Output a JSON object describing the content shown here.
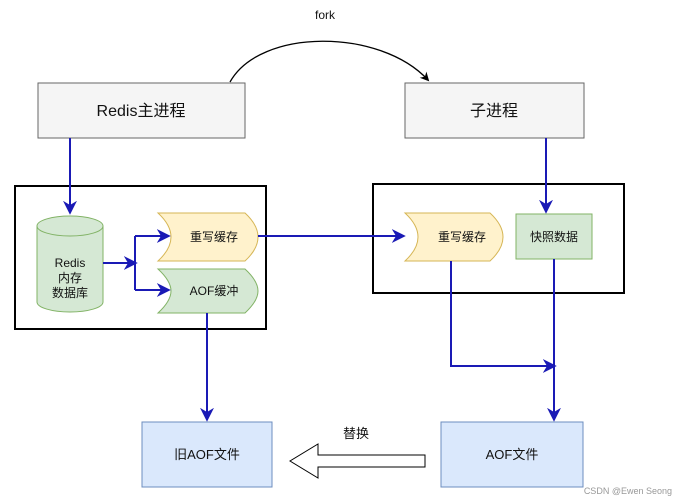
{
  "fork_label": "fork",
  "main_process": "Redis主进程",
  "child_process": "子进程",
  "db_lines": [
    "Redis",
    "内存",
    "数据库"
  ],
  "rewrite_buffer_left": "重写缓存",
  "aof_buffer": "AOF缓冲",
  "rewrite_buffer_right": "重写缓存",
  "snapshot_data": "快照数据",
  "old_aof_file": "旧AOF文件",
  "aof_file": "AOF文件",
  "replace_label": "替换",
  "watermark": "CSDN @Ewen Seong",
  "colors": {
    "arrow": "#1a1ab5",
    "gray_box_fill": "#f5f5f5",
    "gray_box_stroke": "#666666",
    "green_fill": "#d5e8d4",
    "green_stroke": "#82b366",
    "yellow_fill": "#fff2cc",
    "yellow_stroke": "#d6b656",
    "blue_fill": "#dae8fc",
    "blue_stroke": "#6c8ebf"
  }
}
